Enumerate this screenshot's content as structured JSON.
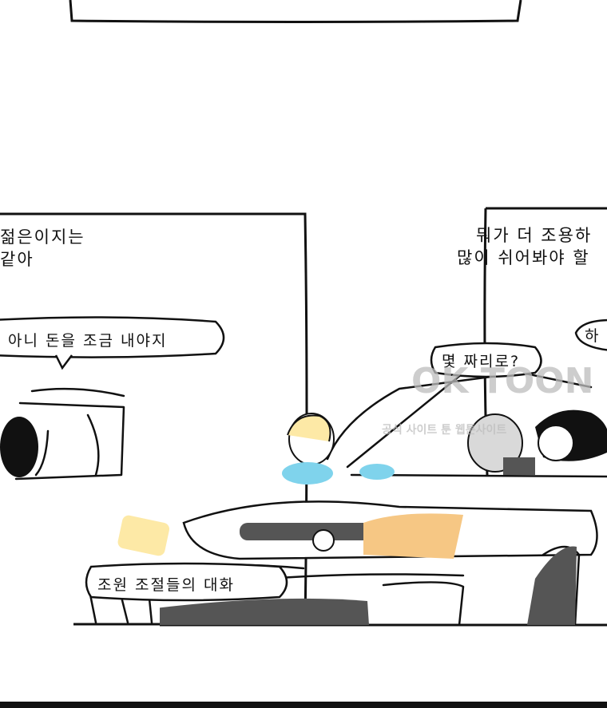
{
  "narration": {
    "left_line1": "젊은이지는",
    "left_line2": "같아",
    "right_line1": "뭐가 더 조용하",
    "right_line2": "많이 쉬어봐야 할"
  },
  "speech": {
    "bubble_left": "아니 돈을 조금 내야지",
    "bubble_center": "몇 짜리로?",
    "bubble_right": "하",
    "bubble_bottom": "조원 조절들의 대화"
  },
  "watermark": {
    "main": "OK TOON",
    "sub": "공식 사이트 툰 웹툰사이트"
  },
  "colors": {
    "ink": "#111111",
    "panel_bg": "#ffffff",
    "yellow": "#fde9a6",
    "orange": "#f6c784",
    "blue": "#7fd3ec",
    "gray": "#d9d9d9",
    "dark_gray": "#555555"
  }
}
